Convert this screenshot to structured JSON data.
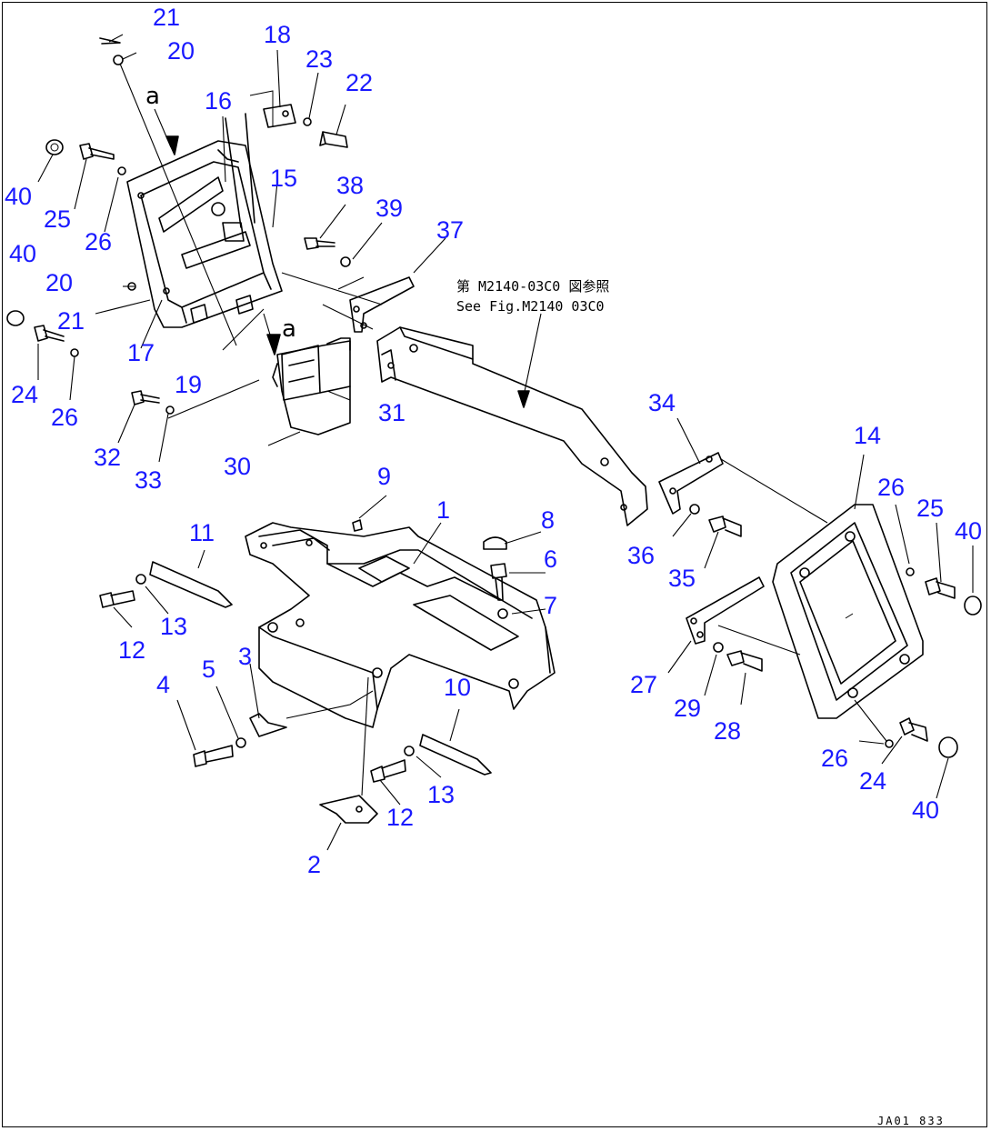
{
  "reference": {
    "line_jp": "第 M2140-03C0 図参照",
    "line_en": "See Fig.M2140 03C0"
  },
  "view_marker": "a",
  "drawing_code": "JA01 833",
  "callouts": [
    {
      "id": "c21a",
      "text": "21"
    },
    {
      "id": "c20a",
      "text": "20"
    },
    {
      "id": "c18",
      "text": "18"
    },
    {
      "id": "c23",
      "text": "23"
    },
    {
      "id": "c22",
      "text": "22"
    },
    {
      "id": "c16",
      "text": "16"
    },
    {
      "id": "c15",
      "text": "15"
    },
    {
      "id": "c40a",
      "text": "40"
    },
    {
      "id": "c25a",
      "text": "25"
    },
    {
      "id": "c26a",
      "text": "26"
    },
    {
      "id": "c38",
      "text": "38"
    },
    {
      "id": "c39",
      "text": "39"
    },
    {
      "id": "c37",
      "text": "37"
    },
    {
      "id": "c40b",
      "text": "40"
    },
    {
      "id": "c20b",
      "text": "20"
    },
    {
      "id": "c21b",
      "text": "21"
    },
    {
      "id": "c17",
      "text": "17"
    },
    {
      "id": "c24a",
      "text": "24"
    },
    {
      "id": "c26b",
      "text": "26"
    },
    {
      "id": "c19",
      "text": "19"
    },
    {
      "id": "c31",
      "text": "31"
    },
    {
      "id": "c32",
      "text": "32"
    },
    {
      "id": "c33",
      "text": "33"
    },
    {
      "id": "c30",
      "text": "30"
    },
    {
      "id": "c34",
      "text": "34"
    },
    {
      "id": "c14",
      "text": "14"
    },
    {
      "id": "c9",
      "text": "9"
    },
    {
      "id": "c1",
      "text": "1"
    },
    {
      "id": "c8",
      "text": "8"
    },
    {
      "id": "c11",
      "text": "11"
    },
    {
      "id": "c6",
      "text": "6"
    },
    {
      "id": "c26c",
      "text": "26"
    },
    {
      "id": "c25b",
      "text": "25"
    },
    {
      "id": "c40c",
      "text": "40"
    },
    {
      "id": "c36",
      "text": "36"
    },
    {
      "id": "c35",
      "text": "35"
    },
    {
      "id": "c7",
      "text": "7"
    },
    {
      "id": "c13a",
      "text": "13"
    },
    {
      "id": "c12a",
      "text": "12"
    },
    {
      "id": "c3",
      "text": "3"
    },
    {
      "id": "c5",
      "text": "5"
    },
    {
      "id": "c4",
      "text": "4"
    },
    {
      "id": "c10",
      "text": "10"
    },
    {
      "id": "c27",
      "text": "27"
    },
    {
      "id": "c29",
      "text": "29"
    },
    {
      "id": "c28",
      "text": "28"
    },
    {
      "id": "c26d",
      "text": "26"
    },
    {
      "id": "c24b",
      "text": "24"
    },
    {
      "id": "c13b",
      "text": "13"
    },
    {
      "id": "c12b",
      "text": "12"
    },
    {
      "id": "c40d",
      "text": "40"
    },
    {
      "id": "c2",
      "text": "2"
    }
  ],
  "colors": {
    "callout": "#1a1aff",
    "linework": "#000000",
    "background": "#ffffff"
  }
}
